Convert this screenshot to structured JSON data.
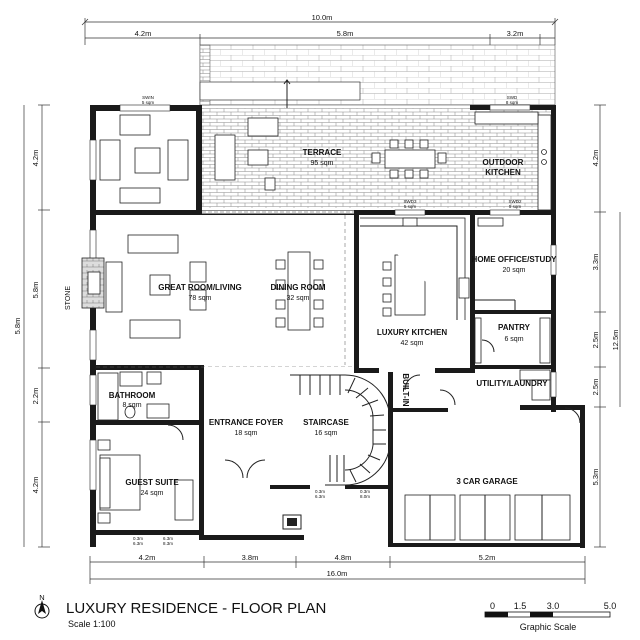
{
  "title": "LUXURY RESIDENCE - FLOOR PLAN",
  "scale": "Scale 1:100",
  "north": "N",
  "graphic_scale": {
    "label": "Graphic Scale",
    "ticks": [
      "0",
      "1.5",
      "3.0",
      "5.0"
    ]
  },
  "dimensions": {
    "top_total": "10.0m",
    "top_segments": [
      "4.2m",
      "5.8m",
      "3.2m"
    ],
    "left": [
      "4.2m",
      "5.8m",
      "2.2m",
      "4.2m"
    ],
    "left_total": "5.8m",
    "right": [
      "4.2m",
      "3.3m",
      "2.5m",
      "2.5m",
      "5.3m"
    ],
    "right_total": "12.5m",
    "bottom_segments": [
      "4.2m",
      "3.8m",
      "4.8m",
      "5.2m"
    ],
    "bottom_total": "16.0m"
  },
  "rooms": {
    "terrace": {
      "name": "TERRACE",
      "area": "95 sqm"
    },
    "outdoor_kitchen": {
      "name": "OUTDOOR",
      "name2": "KITCHEN"
    },
    "great_room": {
      "name": "GREAT ROOM/LIVING",
      "area": "78 sqm"
    },
    "dining": {
      "name": "DINING ROOM",
      "area": "32 sqm"
    },
    "kitchen": {
      "name": "LUXURY KITCHEN",
      "area": "42 sqm"
    },
    "office": {
      "name": "HOME OFFICE/STUDY",
      "area": "20 sqm"
    },
    "pantry": {
      "name": "PANTRY",
      "area": "6 sqm"
    },
    "utility": {
      "name": "UTILITY/LAUNDRY"
    },
    "bathroom": {
      "name": "BATHROOM",
      "area": "8 sqm"
    },
    "foyer": {
      "name": "ENTRANCE FOYER",
      "area": "18 sqm"
    },
    "staircase": {
      "name": "STAIRCASE",
      "area": "16 sqm"
    },
    "built_in": {
      "name": "BUILT-IN"
    },
    "guest": {
      "name": "GUEST SUITE",
      "area": "24 sqm"
    },
    "garage": {
      "name": "3 CAR GARAGE"
    },
    "stone": {
      "name": "STONE"
    }
  },
  "window_tags": {
    "swin": {
      "name": "SWIN",
      "area": "5 sqm"
    },
    "swd": {
      "name": "SWD",
      "area": "8 sqm"
    },
    "swd2": {
      "name": "SWD2",
      "area": "5 sqm"
    },
    "swd3": {
      "name": "SWD3",
      "area": "5 sqm"
    },
    "door_a": {
      "line1": "0.3m",
      "line2": "6.3m"
    },
    "door_b": {
      "line1": "6.3m",
      "line2": "8.3m"
    },
    "door_c": {
      "line1": "0.3m",
      "line2": "6.3m"
    },
    "door_d": {
      "line1": "0.3m",
      "line2": "8.0m"
    }
  }
}
